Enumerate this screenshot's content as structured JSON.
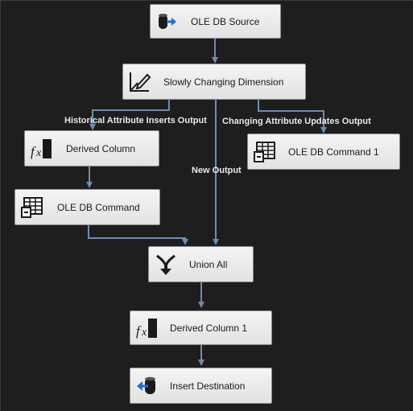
{
  "nodes": {
    "ole_db_source": {
      "label": "OLE DB Source",
      "icon": "database-arrow-icon"
    },
    "scd": {
      "label": "Slowly Changing Dimension",
      "icon": "scd-pencil-icon"
    },
    "derived_column": {
      "label": "Derived Column",
      "icon": "fx-icon"
    },
    "ole_db_command": {
      "label": "OLE DB Command",
      "icon": "table-command-icon"
    },
    "ole_db_command_1": {
      "label": "OLE DB Command 1",
      "icon": "table-command-icon"
    },
    "union_all": {
      "label": "Union All",
      "icon": "merge-arrows-icon"
    },
    "derived_column_1": {
      "label": "Derived Column 1",
      "icon": "fx-icon"
    },
    "insert_destination": {
      "label": "Insert Destination",
      "icon": "database-arrow-in-icon"
    }
  },
  "paths": {
    "historical": "Historical Attribute Inserts Output",
    "changing": "Changing Attribute Updates Output",
    "new_output": "New Output"
  },
  "colors": {
    "background": "#1e1e1e",
    "connector": "#6f8cae",
    "node_fill": "#eeeeee",
    "label_text": "#e8e8e8"
  }
}
